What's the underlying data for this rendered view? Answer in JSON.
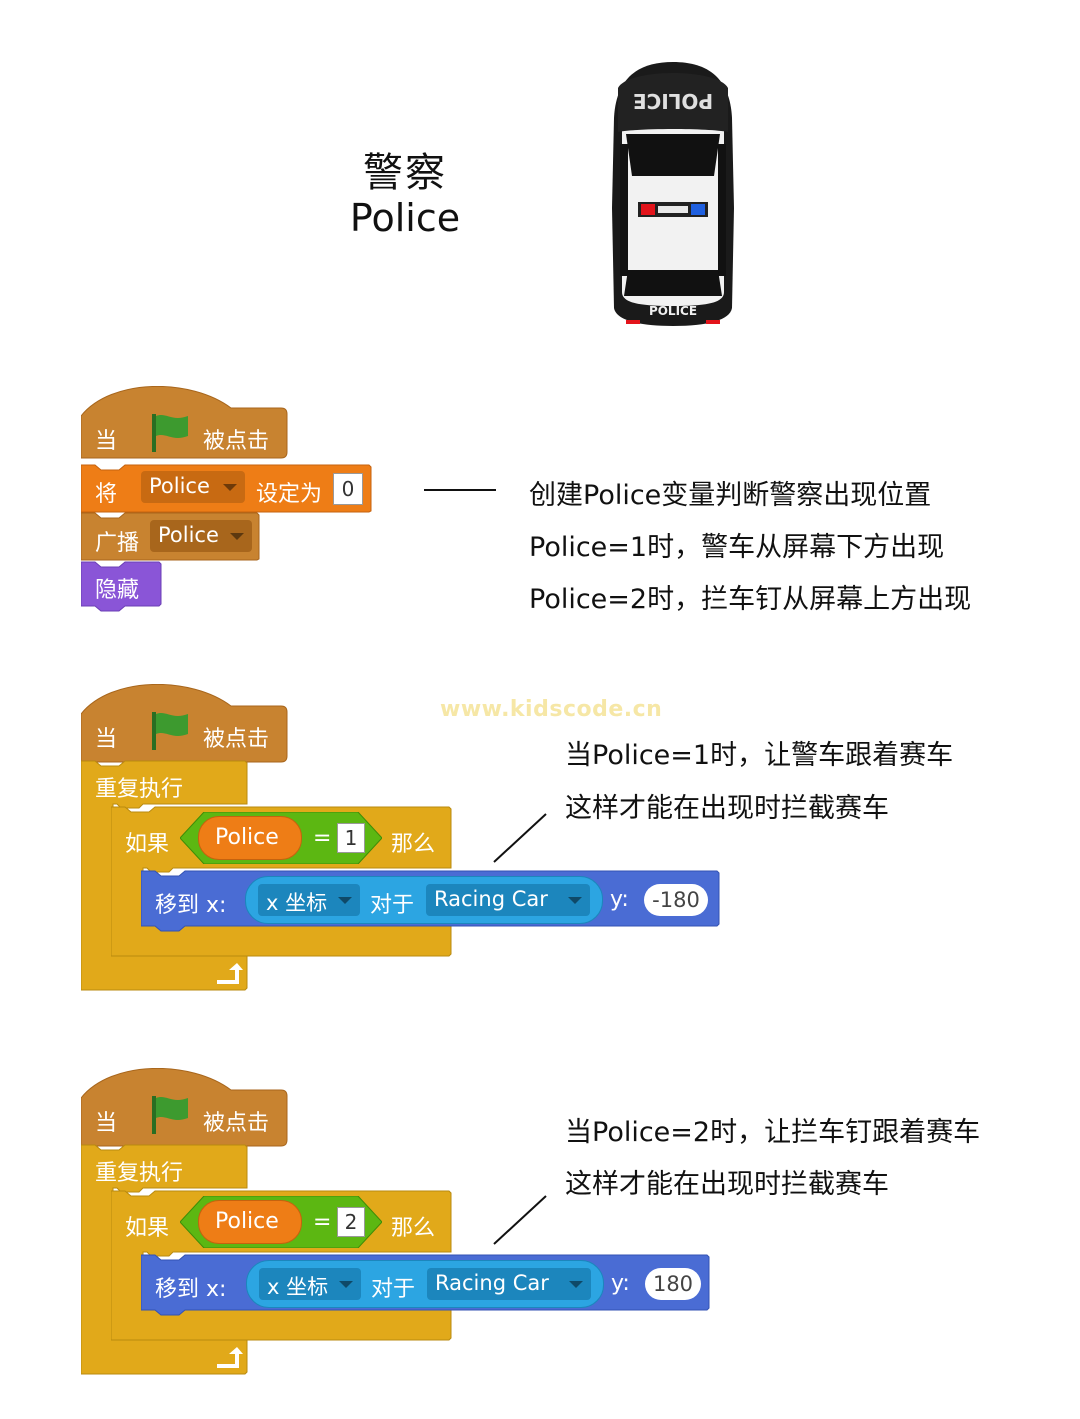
{
  "header": {
    "title_cn": "警察",
    "title_en": "Police"
  },
  "car": {
    "roof_text": "POLICE",
    "trunk_text": "POLICE"
  },
  "watermark": "www.kidscode.cn",
  "script1": {
    "hat": {
      "when": "当",
      "clicked": "被点击"
    },
    "set": {
      "label": "将",
      "var": "Police",
      "to": "设定为",
      "value": "0"
    },
    "broadcast": {
      "label": "广播",
      "message": "Police"
    },
    "hide": {
      "label": "隐藏"
    },
    "notes": [
      "创建Police变量判断警察出现位置",
      "Police=1时，警车从屏幕下方出现",
      "Police=2时，拦车钉从屏幕上方出现"
    ]
  },
  "script2": {
    "hat": {
      "when": "当",
      "clicked": "被点击"
    },
    "forever": "重复执行",
    "if": {
      "label": "如果",
      "var": "Police",
      "eq": "=",
      "value": "1",
      "then": "那么"
    },
    "goto": {
      "label": "移到 x:",
      "prop": "x 坐标",
      "of": "对于",
      "sprite": "Racing Car",
      "y_label": "y:",
      "y": "-180"
    },
    "notes": [
      "当Police=1时，让警车跟着赛车",
      "这样才能在出现时拦截赛车"
    ]
  },
  "script3": {
    "hat": {
      "when": "当",
      "clicked": "被点击"
    },
    "forever": "重复执行",
    "if": {
      "label": "如果",
      "var": "Police",
      "eq": "=",
      "value": "2",
      "then": "那么"
    },
    "goto": {
      "label": "移到 x:",
      "prop": "x 坐标",
      "of": "对于",
      "sprite": "Racing Car",
      "y_label": "y:",
      "y": "180"
    },
    "notes": [
      "当Police=2时，让拦车钉跟着赛车",
      "这样才能在出现时拦截赛车"
    ]
  },
  "colors": {
    "events": "#c88330",
    "data": "#ee7d16",
    "looks": "#8a55d7",
    "control": "#e1a91a",
    "motion": "#4a6cd4",
    "sensing": "#2ca5e2",
    "operators": "#5cb712",
    "flag": "#3d9a2f"
  }
}
